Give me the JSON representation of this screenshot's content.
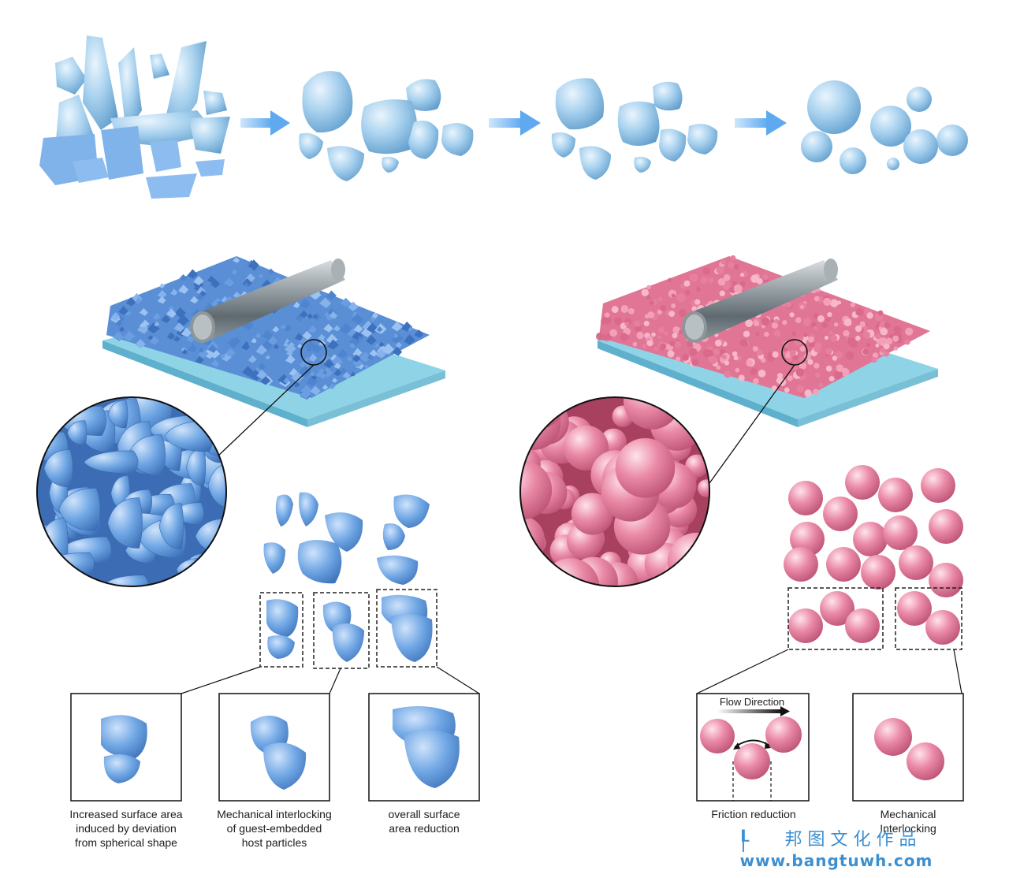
{
  "labels": {
    "increased_surface": "Increased surface area\ninduced by deviation\nfrom spherical shape",
    "mechanical_interlocking_guest": "Mechanical interlocking\nof guest-embedded\nhost particles",
    "overall_surface": "overall surface\narea reduction",
    "flow_direction": "Flow Direction",
    "friction_reduction": "Friction reduction",
    "mechanical_interlocking": "Mechanical\nInterlocking"
  },
  "watermark": {
    "cn": "邦 图 文 化 作 品",
    "url": "www.bangtuwh.com"
  },
  "colors": {
    "blue_particle": "#6fa6e4",
    "light_blue_particle": "#9cc9e8",
    "pink_particle": "#e6809f",
    "substrate": "#8fd3e6",
    "arrow": "#5ea9f0",
    "watermark": "#3c8fd0"
  }
}
